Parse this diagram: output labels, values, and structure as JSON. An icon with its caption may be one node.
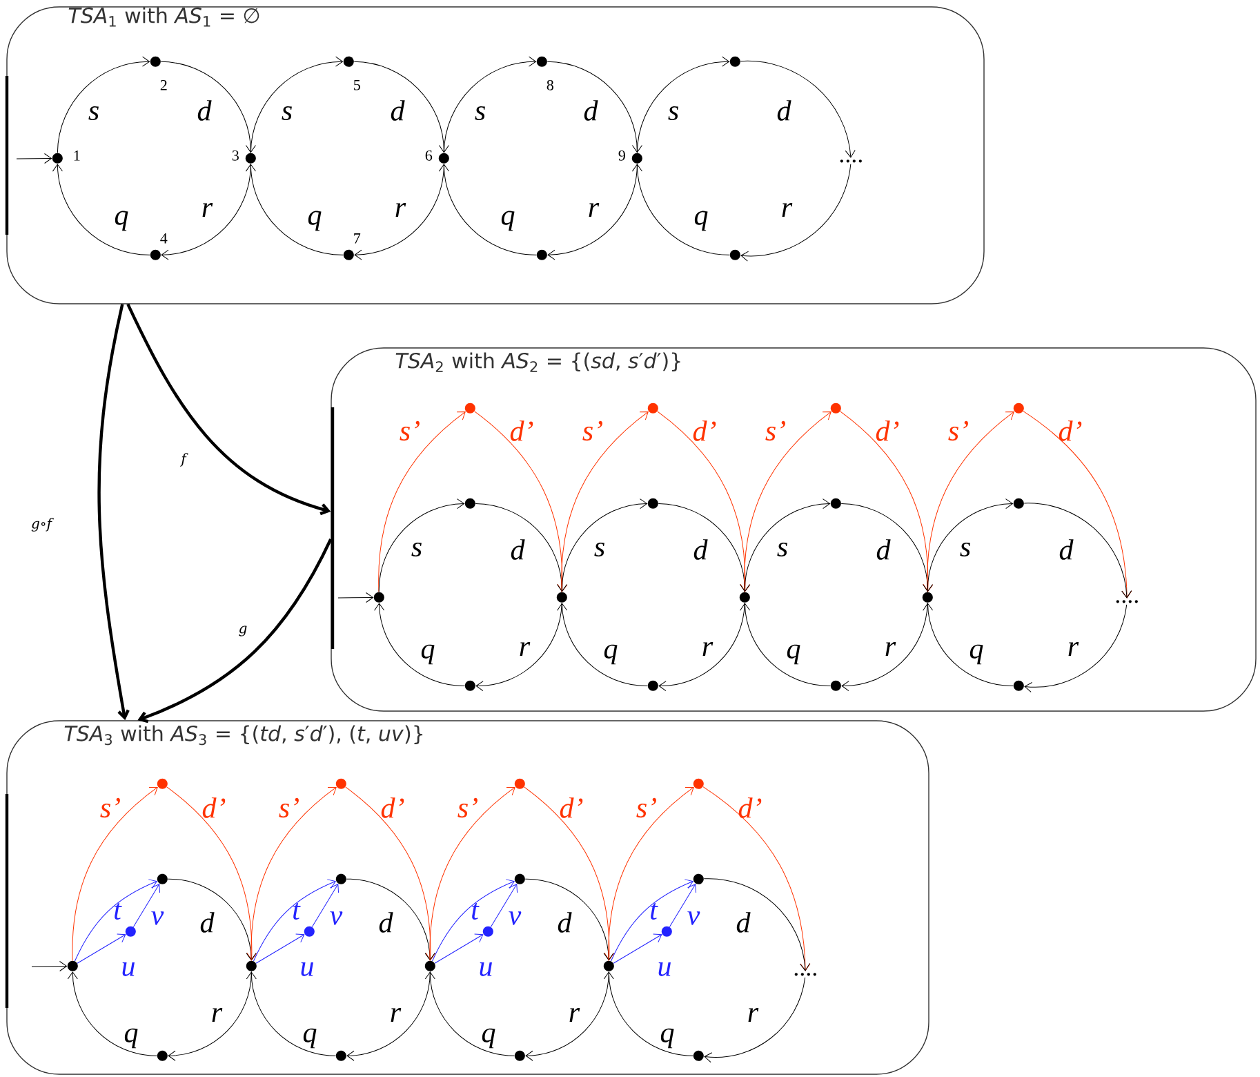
{
  "diagram": {
    "nodes": [
      {
        "text": [
          "*TSA*$_{1}$ with *AS*$_{1}$ = ∅"
        ]
      },
      {
        "text": [
          "*TSA*$_{2}$ with *AS*$_{2}$ = {(*sd*, *s*′*d*′)}"
        ]
      },
      {
        "text": [
          "*TSA*$_{3}$ with *AS*$_{3}$ = {(*td*, *s*′*d*′), (*t*, *uv*)}"
        ]
      },
      {
        "text": [],
        "shape": "circle",
        "beside": [
          "1"
        ],
        "in": 0
      },
      {
        "text": [],
        "shape": "circle",
        "beside": [
          "2"
        ],
        "in": 0
      },
      {
        "text": [],
        "shape": "circle",
        "beside": [
          "4"
        ],
        "in": 0
      },
      {
        "text": [],
        "shape": "circle",
        "beside": [
          "3"
        ],
        "in": 0
      },
      {
        "text": [],
        "shape": "circle",
        "beside": [
          "5"
        ],
        "in": 0
      },
      {
        "text": [],
        "shape": "circle",
        "beside": [
          "7"
        ],
        "in": 0
      },
      {
        "text": [],
        "shape": "circle",
        "beside": [
          "6"
        ],
        "in": 0
      },
      {
        "text": [],
        "shape": "circle",
        "beside": [
          "8"
        ],
        "in": 0
      },
      {
        "text": [],
        "shape": "circle",
        "in": 0
      },
      {
        "text": [],
        "shape": "circle",
        "beside": [
          "9"
        ],
        "in": 0
      },
      {
        "text": [],
        "shape": "circle",
        "in": 0
      },
      {
        "text": [],
        "shape": "circle",
        "in": 0
      },
      {
        "text": [
          "...."
        ],
        "in": 0
      },
      {
        "text": [],
        "shape": "circle",
        "in": 1
      },
      {
        "text": [],
        "shape": "circle",
        "in": 1
      },
      {
        "text": [],
        "shape": "circle",
        "in": 1
      },
      {
        "text": [],
        "shape": "circle",
        "in": 1
      },
      {
        "text": [],
        "shape": "circle",
        "in": 1
      },
      {
        "text": [],
        "shape": "circle",
        "in": 1
      },
      {
        "text": [],
        "shape": "circle",
        "in": 1
      },
      {
        "text": [],
        "shape": "circle",
        "in": 1
      },
      {
        "text": [],
        "shape": "circle",
        "in": 1
      },
      {
        "text": [],
        "shape": "circle",
        "in": 1
      },
      {
        "text": [],
        "shape": "circle",
        "in": 1
      },
      {
        "text": [],
        "shape": "circle",
        "in": 1
      },
      {
        "text": [],
        "shape": "circle",
        "in": 1
      },
      {
        "text": [],
        "shape": "circle",
        "in": 1
      },
      {
        "text": [],
        "shape": "circle",
        "in": 1
      },
      {
        "text": [],
        "shape": "circle",
        "in": 1
      },
      {
        "text": [
          "...."
        ],
        "in": 1
      },
      {
        "text": [],
        "shape": "circle",
        "in": 2
      },
      {
        "text": [],
        "shape": "circle",
        "in": 2
      },
      {
        "text": [],
        "shape": "circle",
        "in": 2
      },
      {
        "text": [],
        "shape": "circle",
        "in": 2
      },
      {
        "text": [],
        "shape": "circle",
        "in": 2
      },
      {
        "text": [],
        "shape": "circle",
        "in": 2
      },
      {
        "text": [],
        "shape": "circle",
        "in": 2
      },
      {
        "text": [],
        "shape": "circle",
        "in": 2
      },
      {
        "text": [],
        "shape": "circle",
        "in": 2
      },
      {
        "text": [],
        "shape": "circle",
        "in": 2
      },
      {
        "text": [],
        "shape": "circle",
        "in": 2
      },
      {
        "text": [],
        "shape": "circle",
        "in": 2
      },
      {
        "text": [],
        "shape": "circle",
        "in": 2
      },
      {
        "text": [],
        "shape": "circle",
        "in": 2
      },
      {
        "text": [],
        "shape": "circle",
        "in": 2
      },
      {
        "text": [],
        "shape": "circle",
        "in": 2
      },
      {
        "text": [],
        "shape": "circle",
        "in": 2
      },
      {
        "text": [],
        "shape": "circle",
        "in": 2
      },
      {
        "text": [],
        "shape": "circle",
        "in": 2
      },
      {
        "text": [],
        "shape": "circle",
        "in": 2
      },
      {
        "text": [
          "...."
        ],
        "in": 2
      }
    ],
    "edges": [
      {
        "from": 0,
        "to": 1,
        "arrow": "to",
        "label": "f",
        "style": "thick"
      },
      {
        "from": 1,
        "to": 2,
        "arrow": "to",
        "label": "g",
        "style": "thick"
      },
      {
        "from": 0,
        "to": 2,
        "arrow": "to",
        "label": "g∘f",
        "style": "thick"
      },
      {
        "from": null,
        "to": 3,
        "arrow": "to"
      },
      {
        "from": 3,
        "to": 4,
        "arrow": "to",
        "label": "s"
      },
      {
        "from": 4,
        "to": 6,
        "arrow": "to",
        "label": "d"
      },
      {
        "from": 6,
        "to": 5,
        "arrow": "to",
        "label": "r"
      },
      {
        "from": 5,
        "to": 3,
        "arrow": "to",
        "label": "q"
      },
      {
        "from": 6,
        "to": 7,
        "arrow": "to",
        "label": "s"
      },
      {
        "from": 7,
        "to": 9,
        "arrow": "to",
        "label": "d"
      },
      {
        "from": 9,
        "to": 8,
        "arrow": "to",
        "label": "r"
      },
      {
        "from": 8,
        "to": 6,
        "arrow": "to",
        "label": "q"
      },
      {
        "from": 9,
        "to": 10,
        "arrow": "to",
        "label": "s"
      },
      {
        "from": 10,
        "to": 12,
        "arrow": "to",
        "label": "d"
      },
      {
        "from": 12,
        "to": 11,
        "arrow": "to",
        "label": "r"
      },
      {
        "from": 11,
        "to": 9,
        "arrow": "to",
        "label": "q"
      },
      {
        "from": 12,
        "to": 13,
        "arrow": "to",
        "label": "s"
      },
      {
        "from": 13,
        "to": 15,
        "arrow": "to",
        "label": "d"
      },
      {
        "from": 15,
        "to": 14,
        "arrow": "to",
        "label": "r"
      },
      {
        "from": 14,
        "to": 12,
        "arrow": "to",
        "label": "q"
      },
      {
        "from": null,
        "to": 16,
        "arrow": "to"
      },
      {
        "from": 16,
        "to": 17,
        "arrow": "to",
        "label": "s’",
        "color": "#ff3300"
      },
      {
        "from": 17,
        "to": 20,
        "arrow": "to",
        "label": "d’",
        "color": "#ff3300"
      },
      {
        "from": 16,
        "to": 18,
        "arrow": "to",
        "label": "s"
      },
      {
        "from": 18,
        "to": 20,
        "arrow": "to",
        "label": "d"
      },
      {
        "from": 20,
        "to": 19,
        "arrow": "to",
        "label": "r"
      },
      {
        "from": 19,
        "to": 16,
        "arrow": "to",
        "label": "q"
      },
      {
        "from": 20,
        "to": 21,
        "arrow": "to",
        "label": "s’",
        "color": "#ff3300"
      },
      {
        "from": 21,
        "to": 24,
        "arrow": "to",
        "label": "d’",
        "color": "#ff3300"
      },
      {
        "from": 20,
        "to": 22,
        "arrow": "to",
        "label": "s"
      },
      {
        "from": 22,
        "to": 24,
        "arrow": "to",
        "label": "d"
      },
      {
        "from": 24,
        "to": 23,
        "arrow": "to",
        "label": "r"
      },
      {
        "from": 23,
        "to": 20,
        "arrow": "to",
        "label": "q"
      },
      {
        "from": 24,
        "to": 25,
        "arrow": "to",
        "label": "s’",
        "color": "#ff3300"
      },
      {
        "from": 25,
        "to": 28,
        "arrow": "to",
        "label": "d’",
        "color": "#ff3300"
      },
      {
        "from": 24,
        "to": 26,
        "arrow": "to",
        "label": "s"
      },
      {
        "from": 26,
        "to": 28,
        "arrow": "to",
        "label": "d"
      },
      {
        "from": 28,
        "to": 27,
        "arrow": "to",
        "label": "r"
      },
      {
        "from": 27,
        "to": 24,
        "arrow": "to",
        "label": "q"
      },
      {
        "from": 28,
        "to": 29,
        "arrow": "to",
        "label": "s’",
        "color": "#ff3300"
      },
      {
        "from": 29,
        "to": 32,
        "arrow": "to",
        "label": "d’",
        "color": "#ff3300"
      },
      {
        "from": 28,
        "to": 30,
        "arrow": "to",
        "label": "s"
      },
      {
        "from": 30,
        "to": 32,
        "arrow": "to",
        "label": "d"
      },
      {
        "from": 32,
        "to": 31,
        "arrow": "to",
        "label": "r"
      },
      {
        "from": 31,
        "to": 28,
        "arrow": "to",
        "label": "q"
      },
      {
        "from": null,
        "to": 33,
        "arrow": "to"
      },
      {
        "from": 33,
        "to": 34,
        "arrow": "to",
        "label": "s’",
        "color": "#ff3300"
      },
      {
        "from": 34,
        "to": 38,
        "arrow": "to",
        "label": "d’",
        "color": "#ff3300"
      },
      {
        "from": 33,
        "to": 35,
        "arrow": "to",
        "label": "t",
        "color": "#2323ff"
      },
      {
        "from": 33,
        "to": 36,
        "arrow": "to",
        "label": "u",
        "color": "#2323ff"
      },
      {
        "from": 36,
        "to": 35,
        "arrow": "to",
        "label": "v",
        "color": "#2323ff"
      },
      {
        "from": 35,
        "to": 38,
        "arrow": "to",
        "label": "d"
      },
      {
        "from": 38,
        "to": 37,
        "arrow": "to",
        "label": "r"
      },
      {
        "from": 37,
        "to": 33,
        "arrow": "to",
        "label": "q"
      },
      {
        "from": 38,
        "to": 39,
        "arrow": "to",
        "label": "s’",
        "color": "#ff3300"
      },
      {
        "from": 39,
        "to": 43,
        "arrow": "to",
        "label": "d’",
        "color": "#ff3300"
      },
      {
        "from": 38,
        "to": 40,
        "arrow": "to",
        "label": "t",
        "color": "#2323ff"
      },
      {
        "from": 38,
        "to": 41,
        "arrow": "to",
        "label": "u",
        "color": "#2323ff"
      },
      {
        "from": 41,
        "to": 40,
        "arrow": "to",
        "label": "v",
        "color": "#2323ff"
      },
      {
        "from": 40,
        "to": 43,
        "arrow": "to",
        "label": "d"
      },
      {
        "from": 43,
        "to": 42,
        "arrow": "to",
        "label": "r"
      },
      {
        "from": 42,
        "to": 38,
        "arrow": "to",
        "label": "q"
      },
      {
        "from": 43,
        "to": 44,
        "arrow": "to",
        "label": "s’",
        "color": "#ff3300"
      },
      {
        "from": 44,
        "to": 48,
        "arrow": "to",
        "label": "d’",
        "color": "#ff3300"
      },
      {
        "from": 43,
        "to": 45,
        "arrow": "to",
        "label": "t",
        "color": "#2323ff"
      },
      {
        "from": 43,
        "to": 46,
        "arrow": "to",
        "label": "u",
        "color": "#2323ff"
      },
      {
        "from": 46,
        "to": 45,
        "arrow": "to",
        "label": "v",
        "color": "#2323ff"
      },
      {
        "from": 45,
        "to": 48,
        "arrow": "to",
        "label": "d"
      },
      {
        "from": 48,
        "to": 47,
        "arrow": "to",
        "label": "r"
      },
      {
        "from": 47,
        "to": 43,
        "arrow": "to",
        "label": "q"
      },
      {
        "from": 48,
        "to": 49,
        "arrow": "to",
        "label": "s’",
        "color": "#ff3300"
      },
      {
        "from": 49,
        "to": 53,
        "arrow": "to",
        "label": "d’",
        "color": "#ff3300"
      },
      {
        "from": 48,
        "to": 50,
        "arrow": "to",
        "label": "t",
        "color": "#2323ff"
      },
      {
        "from": 48,
        "to": 51,
        "arrow": "to",
        "label": "u",
        "color": "#2323ff"
      },
      {
        "from": 51,
        "to": 50,
        "arrow": "to",
        "label": "v",
        "color": "#2323ff"
      },
      {
        "from": 50,
        "to": 53,
        "arrow": "to",
        "label": "d"
      },
      {
        "from": 53,
        "to": 52,
        "arrow": "to",
        "label": "r"
      },
      {
        "from": 52,
        "to": 48,
        "arrow": "to",
        "label": "q"
      }
    ]
  }
}
